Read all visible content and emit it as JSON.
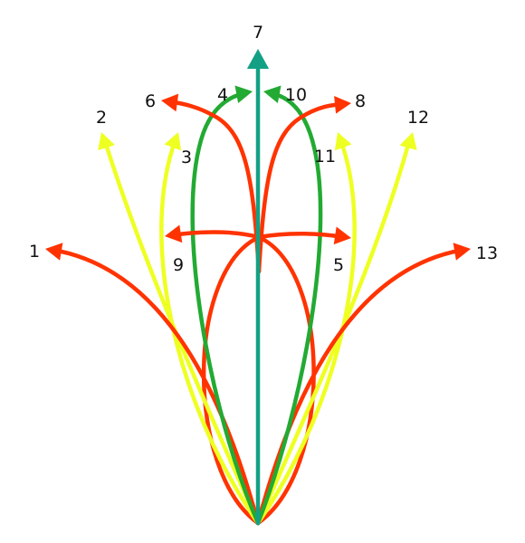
{
  "colors": {
    "red": "#ff3300",
    "yellow": "#eeff22",
    "green": "#22aa33",
    "teal": "#14a085",
    "label": "#111111"
  },
  "routes": [
    {
      "label": "1",
      "color": "red"
    },
    {
      "label": "2",
      "color": "yellow"
    },
    {
      "label": "3",
      "color": "yellow"
    },
    {
      "label": "4",
      "color": "green"
    },
    {
      "label": "5",
      "color": "red"
    },
    {
      "label": "6",
      "color": "red"
    },
    {
      "label": "7",
      "color": "teal"
    },
    {
      "label": "8",
      "color": "red"
    },
    {
      "label": "9",
      "color": "red"
    },
    {
      "label": "10",
      "color": "green"
    },
    {
      "label": "11",
      "color": "yellow"
    },
    {
      "label": "12",
      "color": "yellow"
    },
    {
      "label": "13",
      "color": "red"
    }
  ]
}
